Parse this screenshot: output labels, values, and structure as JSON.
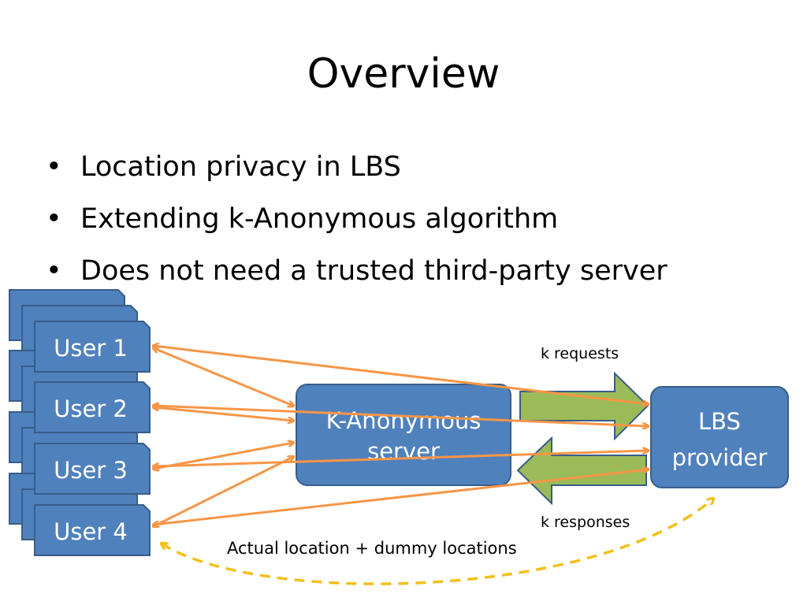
{
  "slide": {
    "title": "Overview",
    "bullets": [
      "Location privacy in LBS",
      "Extending k-Anonymous algorithm",
      "Does not need a trusted third-party server"
    ]
  },
  "diagram": {
    "users": [
      "User 1",
      "User 2",
      "User 3",
      "User 4"
    ],
    "server": [
      "K-Anonymous",
      "server"
    ],
    "provider": [
      "LBS",
      "provider"
    ],
    "k_requests": "k requests",
    "k_responses": "k responses",
    "caption": "Actual location + dummy locations",
    "colors": {
      "box_fill": "#4f81bd",
      "box_stroke": "#385d8a",
      "arrow_orange": "#f79646",
      "block_arrow_green": "#9bbb59",
      "dashed_yellow": "#f2c01b"
    }
  }
}
